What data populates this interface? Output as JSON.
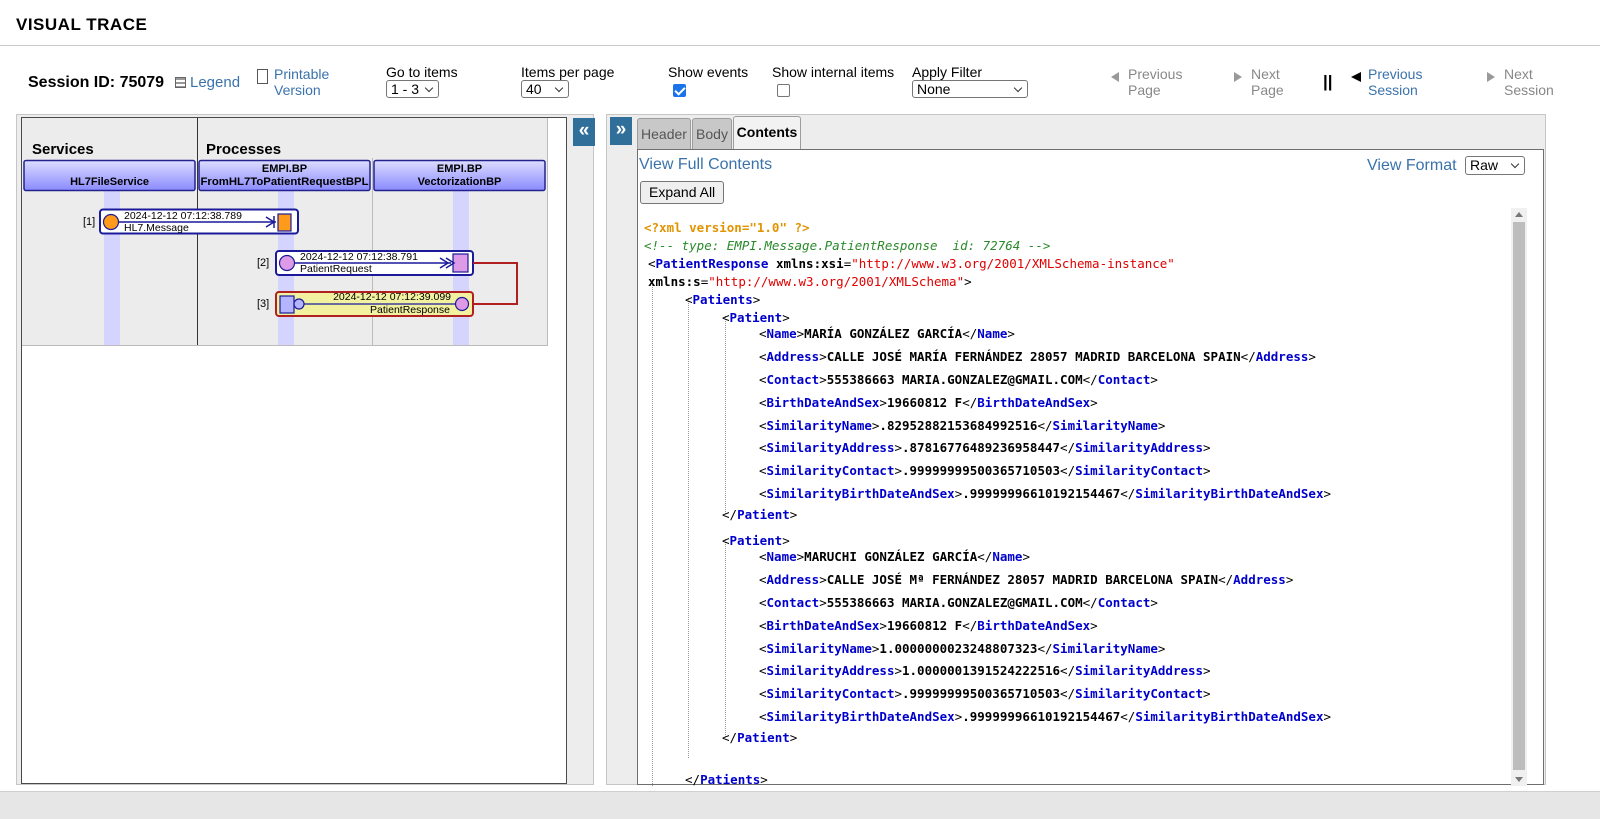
{
  "page": {
    "title": "VISUAL TRACE"
  },
  "toolbar": {
    "session": "Session ID: 75079",
    "legend": "Legend",
    "printable_line1": "Printable",
    "printable_line2": "Version",
    "goto_label": "Go to items",
    "goto_value": "1 - 3",
    "ipp_label": "Items per page",
    "ipp_value": "40",
    "show_events_label": "Show events",
    "show_events_checked": true,
    "show_internal_label": "Show internal items",
    "show_internal_checked": false,
    "filter_label": "Apply Filter",
    "filter_value": "None",
    "prev_page_1": "Previous",
    "prev_page_2": "Page",
    "next_page_1": "Next",
    "next_page_2": "Page",
    "pause": "||",
    "prev_session_1": "Previous",
    "prev_session_2": "Session",
    "next_session_1": "Next",
    "next_session_2": "Session"
  },
  "diagram": {
    "services_header": "Services",
    "processes_header": "Processes",
    "columns": [
      {
        "line1": "",
        "line2": "HL7FileService"
      },
      {
        "line1": "EMPI.BP",
        "line2": "FromHL7ToPatientRequestBPL"
      },
      {
        "line1": "EMPI.BP",
        "line2": "VectorizationBP"
      }
    ],
    "messages": [
      {
        "index": "[1]",
        "time": "2024-12-12 07:12:38.789",
        "name": "HL7.Message"
      },
      {
        "index": "[2]",
        "time": "2024-12-12 07:12:38.791",
        "name": "PatientRequest"
      },
      {
        "index": "[3]",
        "time": "2024-12-12 07:12:39.099",
        "name": "PatientResponse"
      }
    ]
  },
  "tabs": {
    "header": "Header",
    "body": "Body",
    "contents": "Contents"
  },
  "contents": {
    "view_full": "View Full Contents",
    "view_format_label": "View Format",
    "view_format_value": "Raw",
    "expand_all": "Expand All",
    "xml_decl": "<?xml version=\"1.0\" ?>",
    "comment": "<!-- type: EMPI.Message.PatientResponse  id: 72764 -->",
    "root": "PatientResponse",
    "attr_xsi_name": "xmlns:xsi",
    "attr_xsi_value": "\"http://www.w3.org/2001/XMLSchema-instance\"",
    "attr_s_name": "xmlns:s",
    "attr_s_value": "\"http://www.w3.org/2001/XMLSchema\"",
    "patients_tag": "Patients",
    "patient_tag": "Patient",
    "patients": [
      {
        "fields": [
          {
            "tag": "Name",
            "value": "MARÍA GONZÁLEZ GARCÍA"
          },
          {
            "tag": "Address",
            "value": "CALLE JOSÉ MARÍA FERNÁNDEZ 28057 MADRID BARCELONA SPAIN"
          },
          {
            "tag": "Contact",
            "value": "555386663 MARIA.GONZALEZ@GMAIL.COM"
          },
          {
            "tag": "BirthDateAndSex",
            "value": "19660812 F"
          },
          {
            "tag": "SimilarityName",
            "value": ".82952882153684992516"
          },
          {
            "tag": "SimilarityAddress",
            "value": ".87816776489236958447"
          },
          {
            "tag": "SimilarityContact",
            "value": ".99999999500365710503"
          },
          {
            "tag": "SimilarityBirthDateAndSex",
            "value": ".99999996610192154467"
          }
        ]
      },
      {
        "fields": [
          {
            "tag": "Name",
            "value": "MARUCHI GONZÁLEZ GARCÍA"
          },
          {
            "tag": "Address",
            "value": "CALLE JOSÉ Mª FERNÁNDEZ 28057 MADRID BARCELONA SPAIN"
          },
          {
            "tag": "Contact",
            "value": "555386663 MARIA.GONZALEZ@GMAIL.COM"
          },
          {
            "tag": "BirthDateAndSex",
            "value": "19660812 F"
          },
          {
            "tag": "SimilarityName",
            "value": "1.0000000023248807323"
          },
          {
            "tag": "SimilarityAddress",
            "value": "1.0000001391524222516"
          },
          {
            "tag": "SimilarityContact",
            "value": ".99999999500365710503"
          },
          {
            "tag": "SimilarityBirthDateAndSex",
            "value": ".99999996610192154467"
          }
        ]
      }
    ]
  }
}
